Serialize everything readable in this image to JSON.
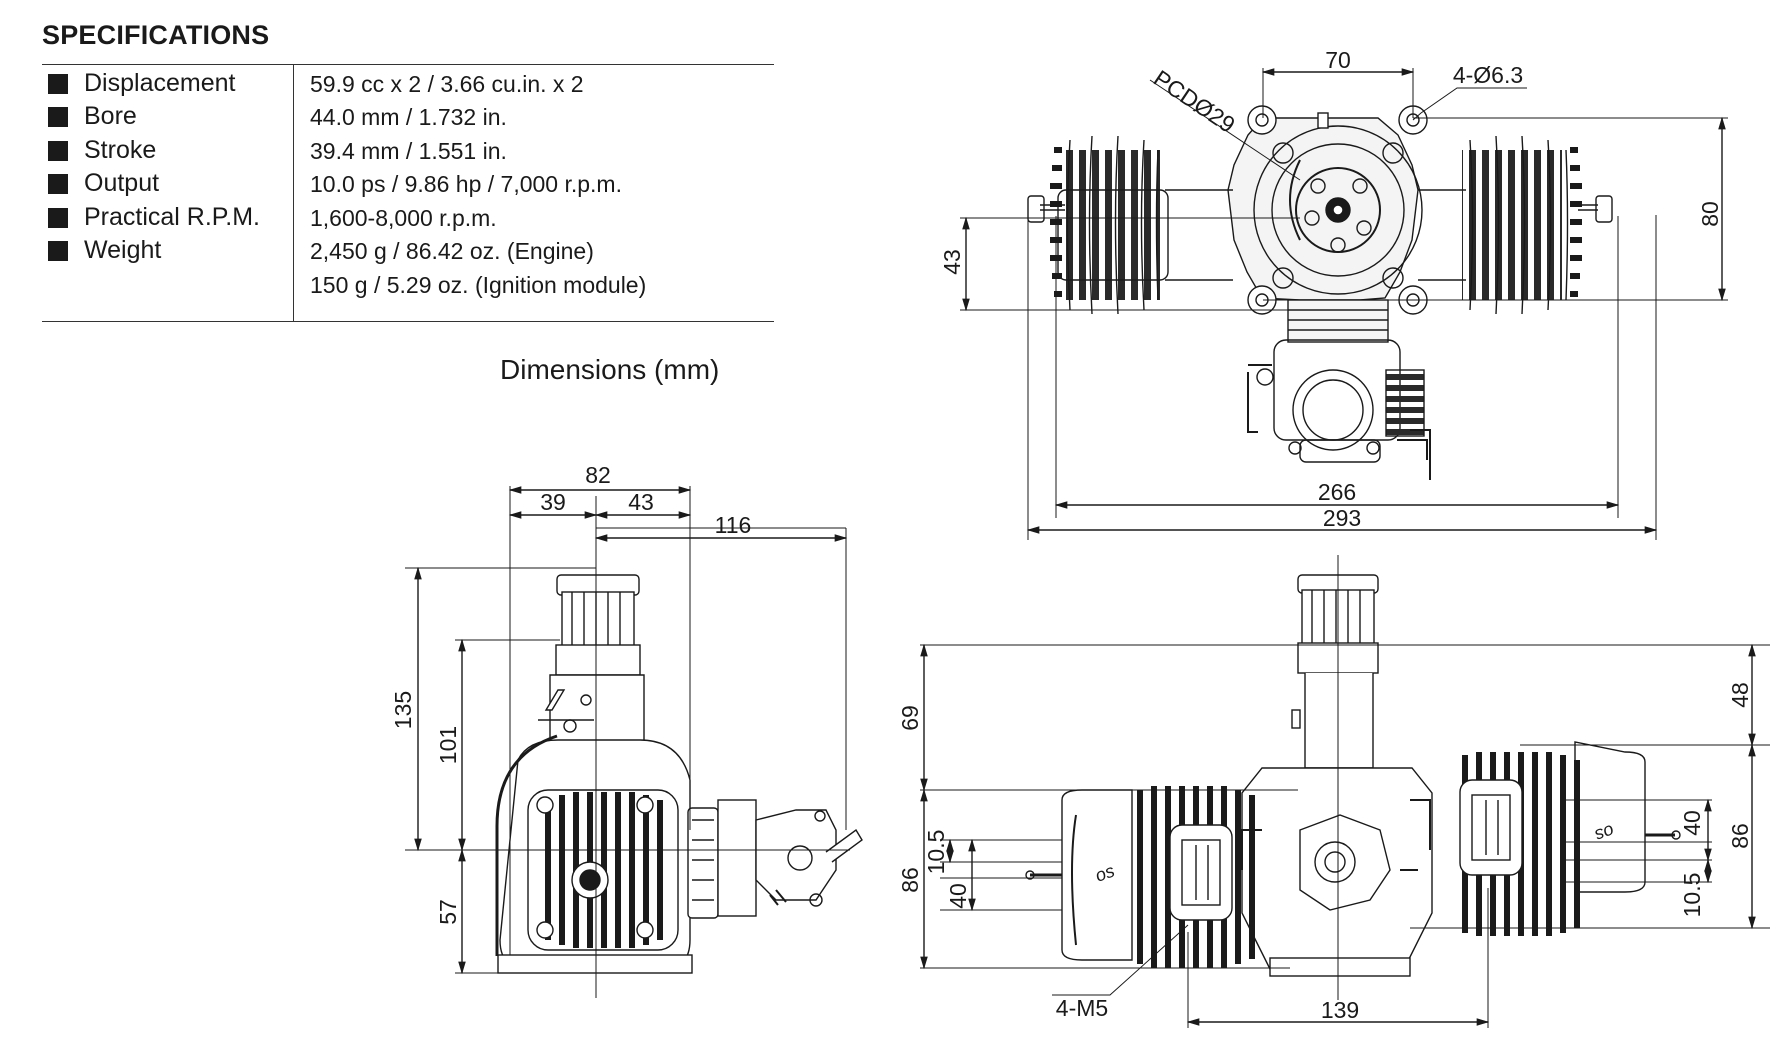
{
  "specs": {
    "title": "SPECIFICATIONS",
    "rows": [
      {
        "label": "Displacement",
        "value": "59.9 cc x 2 / 3.66 cu.in. x 2"
      },
      {
        "label": "Bore",
        "value": "44.0 mm / 1.732 in."
      },
      {
        "label": "Stroke",
        "value": "39.4 mm / 1.551 in."
      },
      {
        "label": "Output",
        "value": "10.0 ps / 9.86 hp / 7,000 r.p.m."
      },
      {
        "label": "Practical R.P.M.",
        "value": "1,600-8,000 r.p.m."
      },
      {
        "label": "Weight",
        "value": "2,450 g / 86.42 oz.  (Engine)"
      },
      {
        "label": "",
        "value": "150 g / 5.29 oz.  (Ignition module)"
      }
    ]
  },
  "diagram": {
    "title": "Dimensions (mm)",
    "top_view": {
      "dim_70": "70",
      "dim_holes": "4-Ø6.3",
      "dim_pcd": "PCDØ29",
      "dim_43": "43",
      "dim_80": "80",
      "dim_266": "266",
      "dim_293": "293"
    },
    "side_view": {
      "dim_82": "82",
      "dim_39": "39",
      "dim_43": "43",
      "dim_116": "116",
      "dim_135": "135",
      "dim_101": "101",
      "dim_57": "57"
    },
    "front_view": {
      "dim_69": "69",
      "dim_86_left": "86",
      "dim_10_5_left": "10.5",
      "dim_40_left": "40",
      "dim_48": "48",
      "dim_40_right": "40",
      "dim_86_right": "86",
      "dim_10_5_right": "10.5",
      "dim_m5": "4-M5",
      "dim_139": "139"
    }
  },
  "colors": {
    "ink": "#1a1a1a",
    "background": "#ffffff"
  }
}
